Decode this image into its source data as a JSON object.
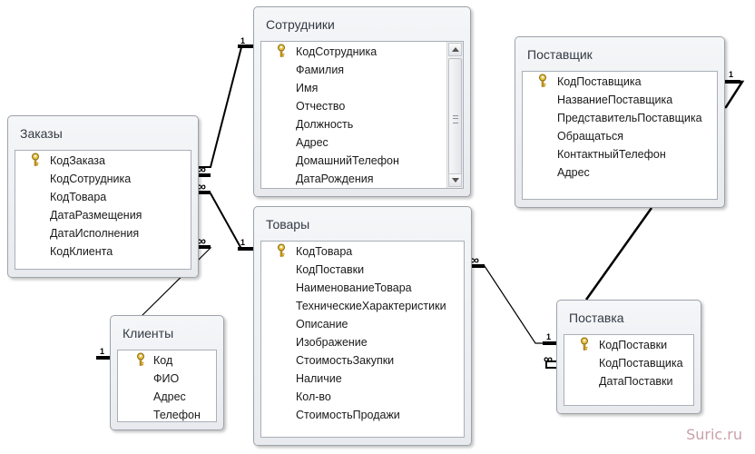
{
  "tables": {
    "zakazy": {
      "title": "Заказы",
      "fields": [
        "КодЗаказа",
        "КодСотрудника",
        "КодТовара",
        "ДатаРазмещения",
        "ДатаИсполнения",
        "КодКлиента"
      ]
    },
    "sotrudniki": {
      "title": "Сотрудники",
      "fields": [
        "КодСотрудника",
        "Фамилия",
        "Имя",
        "Отчество",
        "Должность",
        "Адрес",
        "ДомашнийТелефон",
        "ДатаРождения"
      ]
    },
    "tovary": {
      "title": "Товары",
      "fields": [
        "КодТовара",
        "КодПоставки",
        "НаименованиеТовара",
        "ТехническиеХарактеристики",
        "Описание",
        "Изображение",
        "СтоимостьЗакупки",
        "Наличие",
        "Кол-во",
        "СтоимостьПродажи"
      ]
    },
    "klienty": {
      "title": "Клиенты",
      "fields": [
        "Код",
        "ФИО",
        "Адрес",
        "Телефон"
      ]
    },
    "postavshchik": {
      "title": "Поставщик",
      "fields": [
        "КодПоставщика",
        "НазваниеПоставщика",
        "ПредставительПоставщика",
        "Обращаться",
        "КонтактныйТелефон",
        "Адрес"
      ]
    },
    "postavka": {
      "title": "Поставка",
      "fields": [
        "КодПоставки",
        "КодПоставщика",
        "ДатаПоставки"
      ]
    }
  },
  "relationships": [
    {
      "from": "Заказы.КодСотрудника",
      "to": "Сотрудники.КодСотрудника",
      "many": "∞",
      "one": "1"
    },
    {
      "from": "Заказы.КодТовара",
      "to": "Товары.КодТовара",
      "many": "∞",
      "one": "1"
    },
    {
      "from": "Заказы.КодКлиента",
      "to": "Клиенты.Код",
      "many": "∞",
      "one": "1"
    },
    {
      "from": "Товары.КодПоставки",
      "to": "Поставка.КодПоставки",
      "many": "∞",
      "one": "1"
    },
    {
      "from": "Поставка.КодПоставщика",
      "to": "Поставщик.КодПоставщика",
      "many": "∞",
      "one": "1"
    }
  ],
  "watermark": "Suric.ru",
  "colors": {
    "window_border": "#9ea3ab",
    "line": "#000000",
    "key": "#d4a623"
  },
  "icons": {
    "primary_key": "key-icon"
  }
}
